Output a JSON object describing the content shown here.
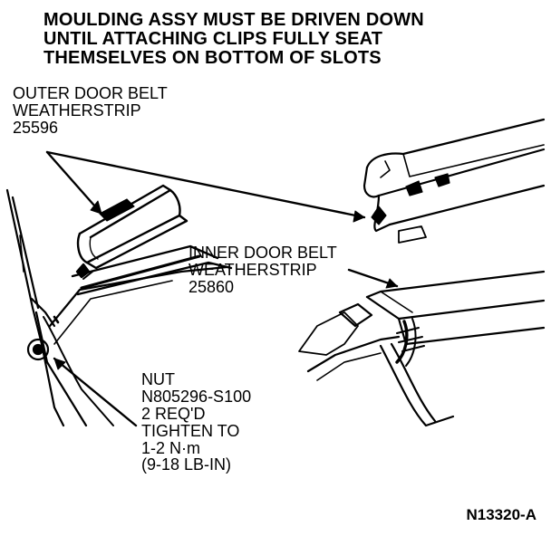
{
  "heading": {
    "lines": [
      "MOULDING ASSY MUST BE DRIVEN DOWN",
      "UNTIL ATTACHING CLIPS FULLY SEAT",
      "THEMSELVES ON BOTTOM OF SLOTS"
    ]
  },
  "callouts": {
    "outer": [
      "OUTER DOOR BELT",
      "WEATHERSTRIP",
      "25596"
    ],
    "inner": [
      "INNER DOOR BELT",
      "WEATHERSTRIP",
      "25860"
    ],
    "nut": [
      "NUT",
      "N805296-S100",
      "2 REQ'D",
      "TIGHTEN TO",
      "1-2 N·m",
      "(9-18 LB-IN)"
    ]
  },
  "figure_number": "N13320-A"
}
